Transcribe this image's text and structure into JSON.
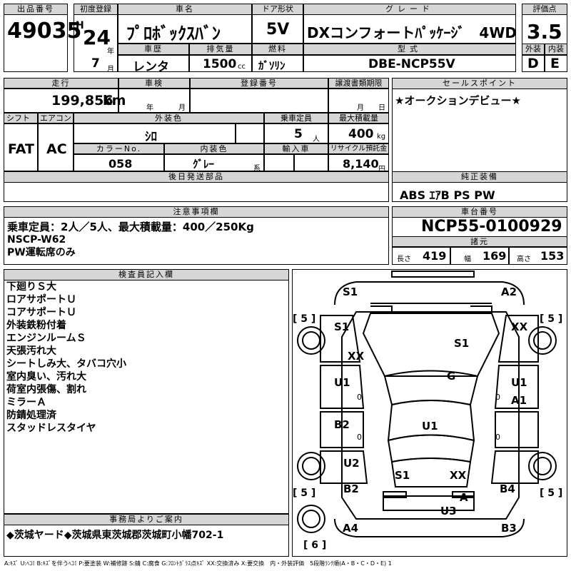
{
  "header": {
    "labels": {
      "lot_no": "出品番号",
      "first_reg": "初度登録",
      "car_name": "車名",
      "doors": "ドア形状",
      "grade": "グレード",
      "score": "評価点",
      "history": "車歴",
      "displacement": "排気量",
      "fuel": "燃料",
      "model_code": "型式",
      "exterior": "外装",
      "interior": "内装"
    },
    "lot_no": "49035",
    "era": "H",
    "year": "24",
    "year_unit": "年",
    "month": "7",
    "month_unit": "月",
    "car_name": "ﾌﾟﾛﾎﾞｯｸｽﾊﾞﾝ",
    "doors": "5V",
    "grade": "DXコンフォートﾊﾟｯｹｰｼﾞ　4WD",
    "score": "3.5",
    "history": "レンタ",
    "displacement": "1500",
    "displacement_unit": "cc",
    "fuel": "ｶﾞｿﾘﾝ",
    "model_code": "DBE-NCP55V",
    "exterior_grade": "D",
    "interior_grade": "E"
  },
  "spec": {
    "labels": {
      "mileage": "走行",
      "inspection": "車検",
      "reg_no": "登録番号",
      "transfer_deadline": "譲渡書類期限",
      "shift": "シフト",
      "aircon": "エアコン",
      "ext_color": "外装色",
      "capacity": "乗車定員",
      "max_load": "最大積載量",
      "color_no": "カラーNo.",
      "int_color": "内装色",
      "import": "輸入車",
      "recycle": "リサイクル預託金",
      "later_parts": "後日発送部品"
    },
    "mileage": "199,856",
    "mileage_unit": "km",
    "year_unit": "年",
    "month_unit": "月",
    "day_unit": "日",
    "shift": "FAT",
    "aircon": "AC",
    "ext_color": "ｼﾛ",
    "capacity": "5",
    "capacity_unit": "人",
    "max_load": "400",
    "max_load_unit": "kg",
    "color_no": "058",
    "int_color": "ｸﾞﾚｰ",
    "int_color_suffix": "系",
    "recycle": "8,140",
    "recycle_unit": "円"
  },
  "sales": {
    "label": "セールスポイント",
    "text": "★オークションデビュー★"
  },
  "equipment": {
    "label": "純正装備",
    "text": "ABS ｴｱB PS PW"
  },
  "notes": {
    "label": "注意事項欄",
    "lines": [
      "乗車定員：2人／5人、最大積載量：400／250Kg",
      "NSCP-W62",
      "PW運転席のみ"
    ]
  },
  "chassis": {
    "label": "車台番号",
    "number": "NCP55-0100929",
    "dims_label": "諸元",
    "length_label": "長さ",
    "length": "419",
    "width_label": "幅",
    "width": "169",
    "height_label": "高さ",
    "height": "153"
  },
  "inspector": {
    "label": "検査員記入欄",
    "lines": [
      "下廻りＳ大",
      "ロアサポートＵ",
      "コアサポートＵ",
      "外装鉄粉付着",
      "エンジンルームＳ",
      "天張汚れ大",
      "シートしみ大、タバコ穴小",
      "室内臭い、汚れ大",
      "荷室内張傷、割れ",
      "ミラーＡ",
      "防錆処理済",
      "スタッドレスタイヤ"
    ]
  },
  "office": {
    "label": "事務局よりご案内",
    "text": "◆茨城ヤード◆茨城県東茨城郡茨城町小幡702-1"
  },
  "diagram": {
    "marks": {
      "s1_front_left": "S1",
      "a2_front_right": "A2",
      "s1_fender_left": "S1",
      "xx_fender_right": "XX",
      "xx_hood_left": "XX",
      "s1_hood": "S1",
      "g_windshield": "G",
      "u1_door_left": "U1",
      "u1_door_right": "U1",
      "a1_door_right": "A1",
      "b2_left": "B2",
      "u1_roof": "U1",
      "u2_left": "U2",
      "s1_rear": "S1",
      "xx_rear": "XX",
      "b2_rear_left": "B2",
      "b4_rear_right": "B4",
      "a_bumper": "A",
      "u3_rear": "U3",
      "a4_rear_left": "A4",
      "b3_rear_right": "B3"
    },
    "tires": {
      "fl": "[ 5 ]",
      "fr": "[ 5 ]",
      "rl": "[ 5 ]",
      "rr": "[ 5 ]",
      "spare": "[ 6 ]"
    },
    "zero": "0"
  },
  "legend": "A:ｷｽﾞ U:ﾍｺﾐ B:ｷｽﾞを伴うﾍｺﾐ P:要塗装 W:補修跡 S:錆 C:腐食 G:ﾌﾛﾝﾄｶﾞﾗｽ点ｷｽﾞ XX:交換済み X:要交換　内・外装評価　5段階ﾗﾝｸ順(A・B・C・D・E) 1"
}
